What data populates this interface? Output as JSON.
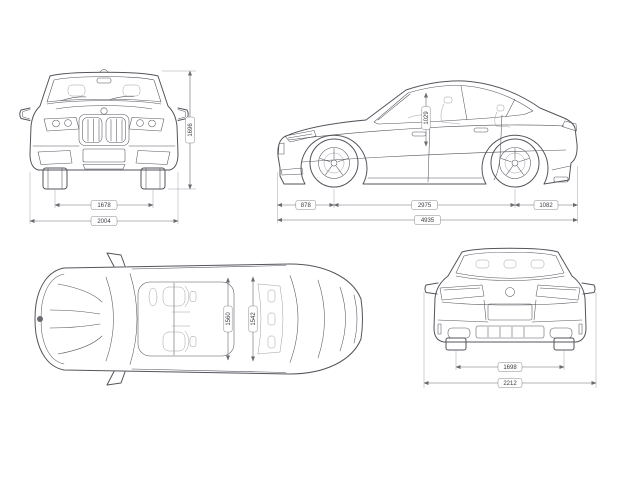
{
  "diagram": {
    "subject": "vehicle-dimension-blueprint",
    "unit": "mm"
  },
  "colors": {
    "background": "#ffffff",
    "car_line": "#54555c",
    "dimension_line": "#6a6b72",
    "label_text": "#3c3d43"
  },
  "views": {
    "front": {
      "dims": {
        "height": "1696",
        "track": "1678",
        "width": "2004"
      }
    },
    "side": {
      "dims": {
        "front_overhang": "878",
        "wheelbase": "2975",
        "rear_overhang": "1082",
        "length": "4935",
        "cabin_height": "1029"
      }
    },
    "top": {
      "dims": {
        "front_interior_width": "1560",
        "rear_interior_width": "1542"
      }
    },
    "rear": {
      "dims": {
        "track": "1698",
        "width_with_mirrors": "2212"
      }
    }
  }
}
